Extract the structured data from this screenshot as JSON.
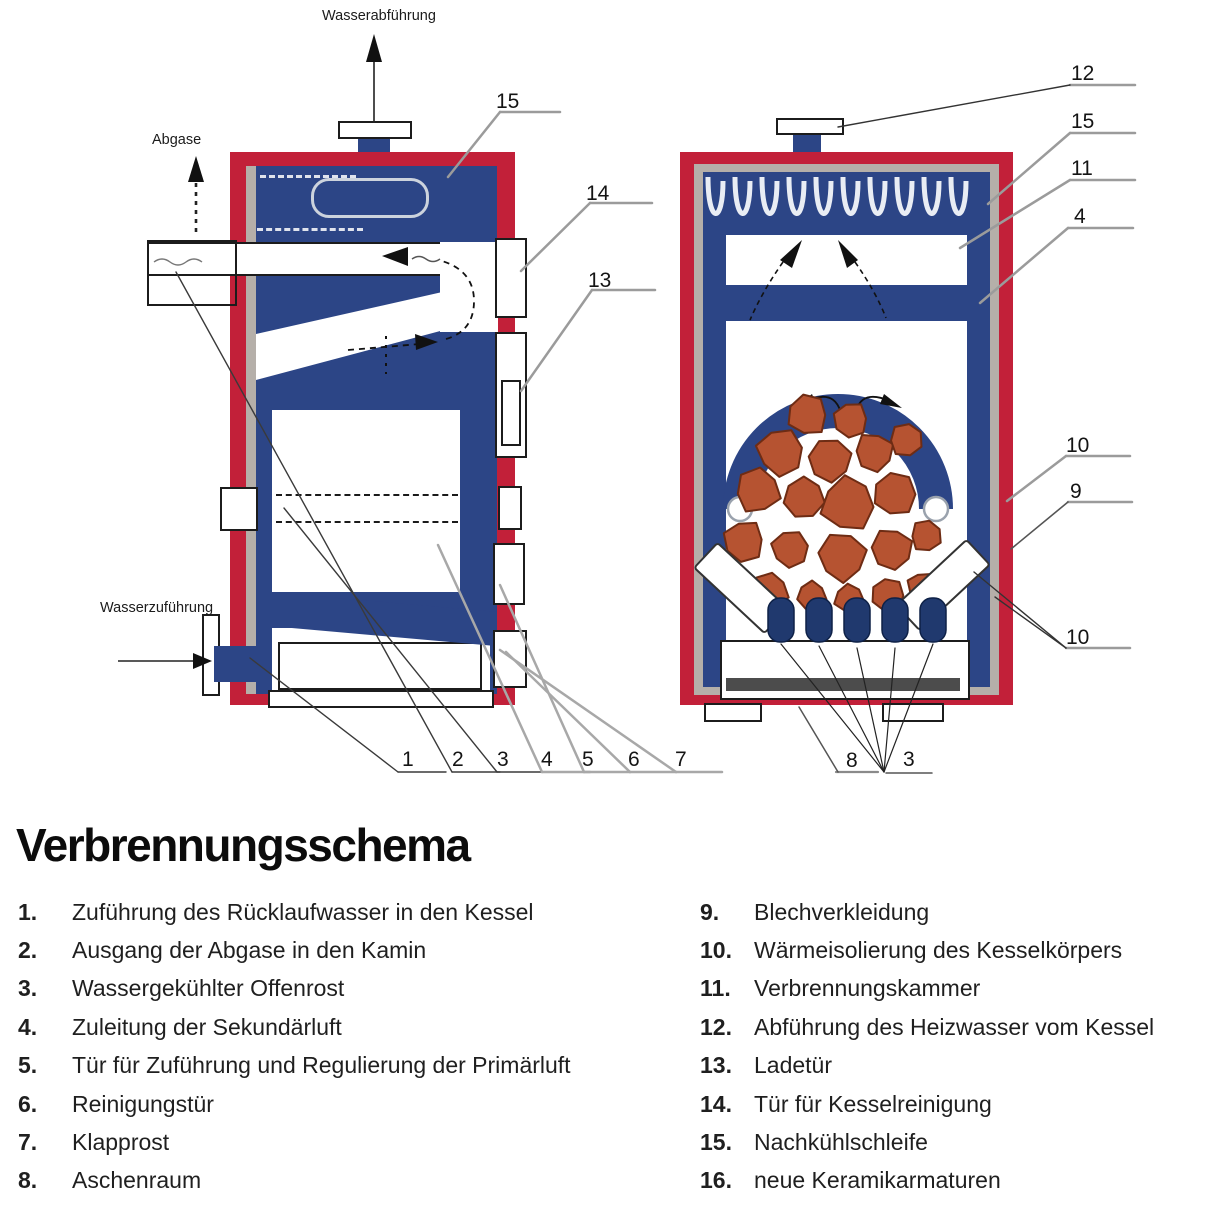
{
  "title": "Verbrennungsschema",
  "labels": {
    "water_out": "Wasserabführung",
    "abgase": "Abgase",
    "water_in": "Wasserzuführung"
  },
  "callouts": {
    "c15": "15",
    "c14": "14",
    "c13": "13",
    "b1": "1",
    "b2": "2",
    "b3": "3",
    "b4": "4",
    "b5": "5",
    "b6": "6",
    "b7": "7",
    "r12": "12",
    "r15": "15",
    "r11": "11",
    "r4": "4",
    "r10a": "10",
    "r9": "9",
    "r10b": "10",
    "r8": "8",
    "r3": "3"
  },
  "legend_left": [
    {
      "num": "1.",
      "label": "Zuführung des Rücklaufwasser in den Kessel"
    },
    {
      "num": "2.",
      "label": "Ausgang der Abgase in den Kamin"
    },
    {
      "num": "3.",
      "label": "Wassergekühlter Offenrost"
    },
    {
      "num": "4.",
      "label": "Zuleitung der Sekundärluft"
    },
    {
      "num": "5.",
      "label": "Tür für Zuführung und Regulierung der Primärluft"
    },
    {
      "num": "6.",
      "label": "Reinigungstür"
    },
    {
      "num": "7.",
      "label": "Klapprost"
    },
    {
      "num": "8.",
      "label": "Aschenraum"
    }
  ],
  "legend_right": [
    {
      "num": "9.",
      "label": "Blechverkleidung"
    },
    {
      "num": "10.",
      "label": "Wärmeisolierung des Kesselkörpers"
    },
    {
      "num": "11.",
      "label": "Verbrennungskammer"
    },
    {
      "num": "12.",
      "label": "Abführung des Heizwasser vom Kessel"
    },
    {
      "num": "13.",
      "label": "Ladetür"
    },
    {
      "num": "14.",
      "label": "Tür für Kesselreinigung"
    },
    {
      "num": "15.",
      "label": "Nachkühlschleife"
    },
    {
      "num": "16.",
      "label": "neue Keramikarmaturen"
    }
  ],
  "colors": {
    "boiler_red": "#c22039",
    "boiler_blue": "#2c4586",
    "insulation_gray": "#b5afa9",
    "log_brown": "#b65331",
    "log_outline": "#6e2c14",
    "ash_dark": "#4c4c4c",
    "grate_navy": "#20396e"
  }
}
